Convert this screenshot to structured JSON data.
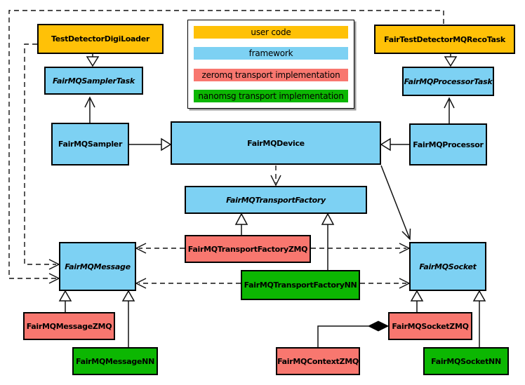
{
  "colors": {
    "user": "#FFC107",
    "framework": "#7DD1F3",
    "zeromq": "#F8776F",
    "nanomsg": "#0CB702"
  },
  "legend": {
    "items": [
      {
        "label": "user code"
      },
      {
        "label": "framework"
      },
      {
        "label": "zeromq transport implementation"
      },
      {
        "label": "nanomsg transport implementation"
      }
    ]
  },
  "nodes": {
    "digi_loader": {
      "label": "TestDetectorDigiLoader"
    },
    "reco_task": {
      "label": "FairTestDetectorMQRecoTask"
    },
    "sampler_task": {
      "label": "FairMQSamplerTask"
    },
    "processor_task": {
      "label": "FairMQProcessorTask"
    },
    "sampler": {
      "label": "FairMQSampler"
    },
    "device": {
      "label": "FairMQDevice"
    },
    "processor": {
      "label": "FairMQProcessor"
    },
    "transport_factory": {
      "label": "FairMQTransportFactory"
    },
    "transport_factory_zmq": {
      "label": "FairMQTransportFactoryZMQ"
    },
    "transport_factory_nn": {
      "label": "FairMQTransportFactoryNN"
    },
    "message": {
      "label": "FairMQMessage"
    },
    "socket": {
      "label": "FairMQSocket"
    },
    "message_zmq": {
      "label": "FairMQMessageZMQ"
    },
    "message_nn": {
      "label": "FairMQMessageNN"
    },
    "socket_zmq": {
      "label": "FairMQSocketZMQ"
    },
    "socket_nn": {
      "label": "FairMQSocketNN"
    },
    "context_zmq": {
      "label": "FairMQContextZMQ"
    }
  }
}
